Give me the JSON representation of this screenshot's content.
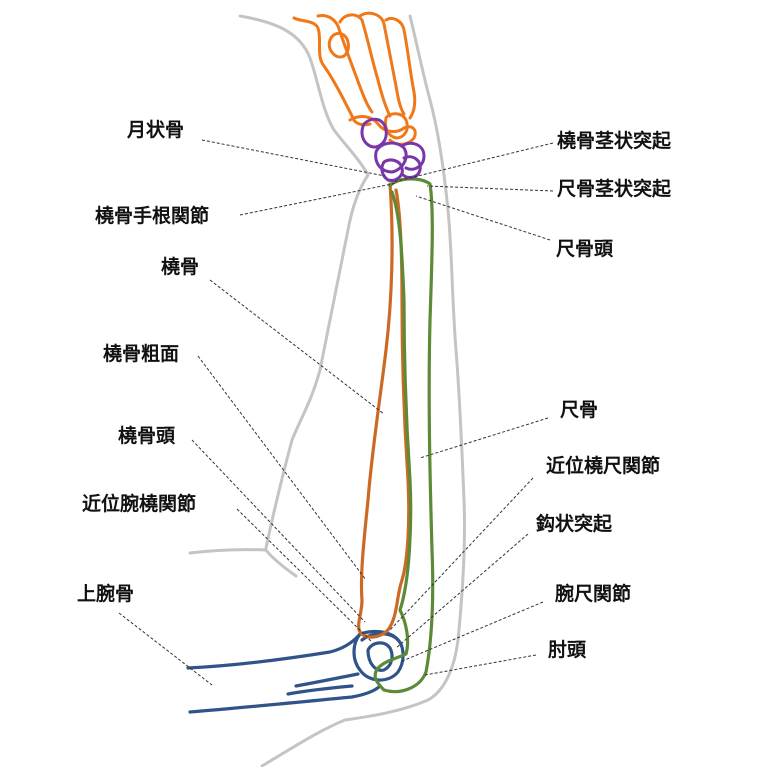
{
  "labels": {
    "lunate": "月状骨",
    "radiocarpal_joint": "橈骨手根関節",
    "radius": "橈骨",
    "radial_tuberosity": "橈骨粗面",
    "radial_head": "橈骨頭",
    "humeroradial_joint": "近位腕橈関節",
    "humerus": "上腕骨",
    "radial_styloid": "橈骨茎状突起",
    "ulnar_styloid": "尺骨茎状突起",
    "ulnar_head": "尺骨頭",
    "ulna": "尺骨",
    "proximal_radioulnar_joint": "近位橈尺関節",
    "coronoid_process": "鈎状突起",
    "humeroulnar_joint": "腕尺関節",
    "elbow_head": "肘頭"
  },
  "colors": {
    "outline": "#c4c4c4",
    "carpal_orange": "#f07818",
    "lunate_purple": "#7a35a8",
    "radius_orange": "#cc6a25",
    "ulna_green": "#5c8a36",
    "humerus_blue": "#30548a",
    "leader": "#333333"
  }
}
